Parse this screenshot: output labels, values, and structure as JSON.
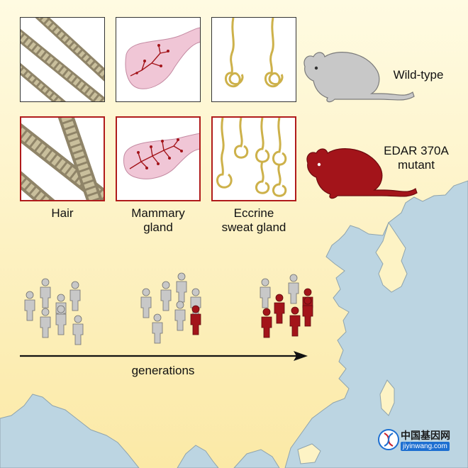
{
  "labels": {
    "wild_type": "Wild-type",
    "mutant_line1": "EDAR 370A",
    "mutant_line2": "mutant",
    "hair": "Hair",
    "mammary_line1": "Mammary",
    "mammary_line2": "gland",
    "eccrine_line1": "Eccrine",
    "eccrine_line2": "sweat gland",
    "generations": "generations"
  },
  "population_groups": [
    {
      "total": 7,
      "mutant": 0
    },
    {
      "total": 7,
      "mutant": 1
    },
    {
      "total": 7,
      "mutant": 5
    }
  ],
  "watermark": {
    "cn": "中国基因网",
    "url": "jiyinwang.com"
  },
  "colors": {
    "wild_type": "#c8c8c8",
    "mutant": "#a3141a",
    "sea": "#bcd5e2",
    "land": "#fdf3c5",
    "panel_border_mutant": "#b01b1b"
  }
}
